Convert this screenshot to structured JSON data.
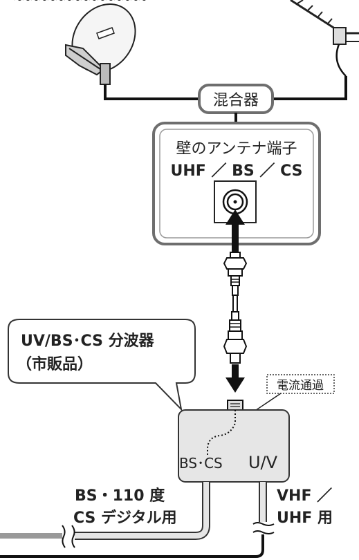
{
  "mixer": {
    "label": "混合器"
  },
  "wall_outlet": {
    "title": "壁のアンテナ端子",
    "subtitle": "UHF ／ BS ／ CS"
  },
  "splitter_callout": {
    "line1": "UV/BS･CS 分波器",
    "line2": "（市販品）"
  },
  "power_pass": {
    "label": "電流通過"
  },
  "splitter": {
    "bs_cs_port": "BS･CS",
    "uv_port": "U/V"
  },
  "outputs": {
    "bs_line1": "BS・110 度",
    "bs_line2": "CS デジタル用",
    "vhf_line1": "VHF ／",
    "vhf_line2": "UHF 用"
  },
  "colors": {
    "box_fill": "#e6e6e6",
    "box_stroke": "#333333",
    "outline_gray": "#6e6e6e",
    "cable_black": "#111111",
    "cable_gray": "#999999"
  }
}
